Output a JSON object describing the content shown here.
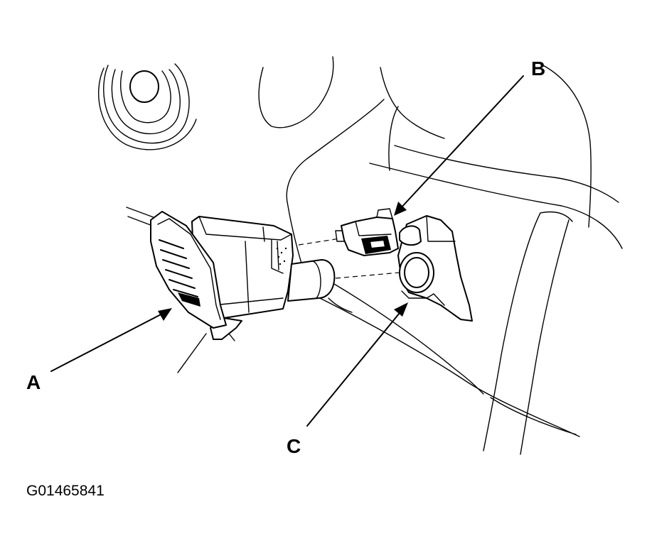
{
  "callouts": {
    "a": "A",
    "b": "B",
    "c": "C"
  },
  "figure_id": "G01465841"
}
